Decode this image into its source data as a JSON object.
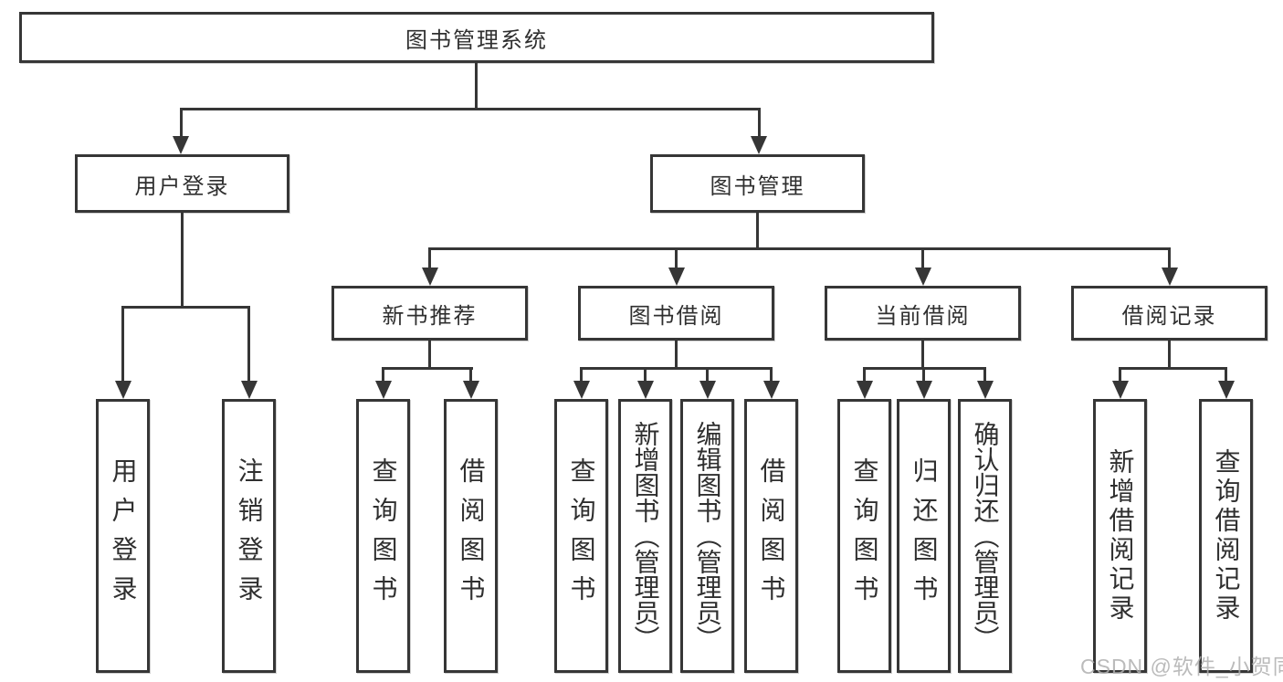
{
  "tree": {
    "root": "图书管理系统",
    "children": [
      {
        "label": "用户登录",
        "children": [
          {
            "label": "用户登录"
          },
          {
            "label": "注销登录"
          }
        ]
      },
      {
        "label": "图书管理",
        "children": [
          {
            "label": "新书推荐",
            "children": [
              {
                "label": "查询图书"
              },
              {
                "label": "借阅图书"
              }
            ]
          },
          {
            "label": "图书借阅",
            "children": [
              {
                "label": "查询图书"
              },
              {
                "label": "新增图书（管理员）"
              },
              {
                "label": "编辑图书（管理员）"
              },
              {
                "label": "借阅图书"
              }
            ]
          },
          {
            "label": "当前借阅",
            "children": [
              {
                "label": "查询图书"
              },
              {
                "label": "归还图书"
              },
              {
                "label": "确认归还（管理员）"
              }
            ]
          },
          {
            "label": "借阅记录",
            "children": [
              {
                "label": "新增借阅记录"
              },
              {
                "label": "查询借阅记录"
              }
            ]
          }
        ]
      }
    ]
  },
  "watermark": {
    "text": "CSDN @软件_小贺同学"
  },
  "colors": {
    "line": "#363636",
    "text": "#2f2f2f",
    "watermark": "#b0b0b0",
    "background": "#ffffff"
  }
}
